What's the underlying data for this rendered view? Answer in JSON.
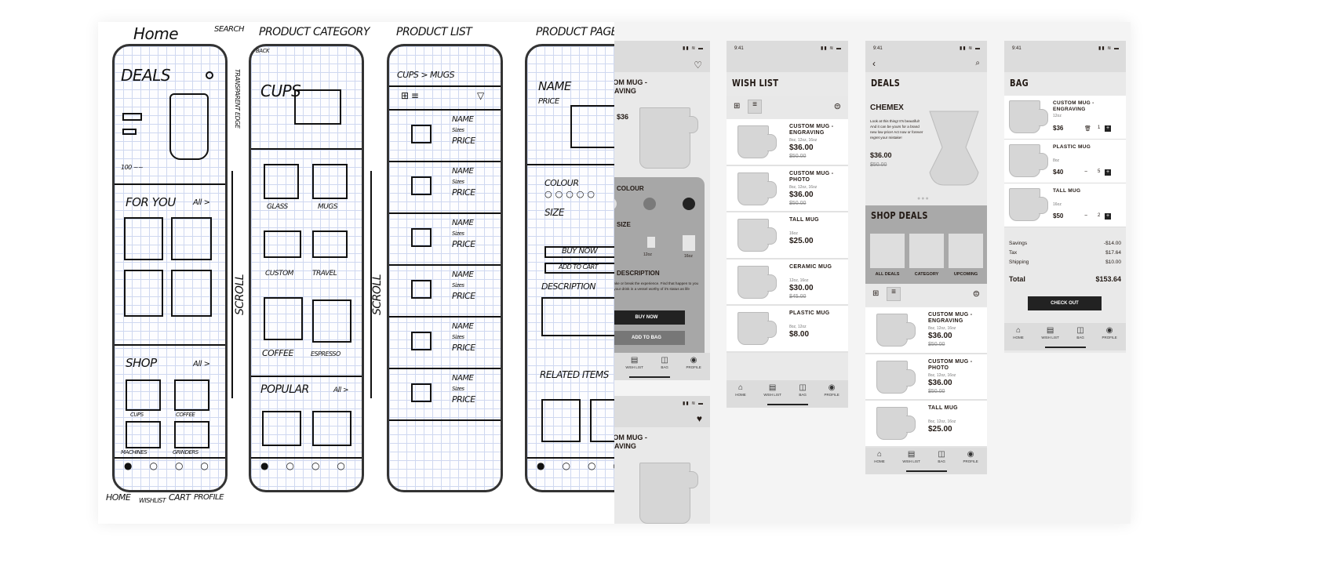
{
  "sketches": {
    "home": {
      "title": "Home",
      "search": "SEARCH",
      "edge": "TRANSPARENT EDGE",
      "deals": "DEALS",
      "price_note": "100 ~~",
      "for_you": "FOR YOU",
      "all1": "All >",
      "shop": "SHOP",
      "all2": "All >",
      "tiles": [
        "CUPS",
        "COFFEE",
        "MACHINES",
        "GRINDERS"
      ],
      "scroll": "SCROLL"
    },
    "category": {
      "title": "PRODUCT CATEGORY",
      "back": "BACK",
      "cups": "CUPS",
      "tiles": [
        "GLASS",
        "MUGS",
        "CUSTOM",
        "TRAVEL",
        "COFFEE",
        "ESPRESSO"
      ],
      "popular": "POPULAR",
      "all": "All >",
      "scroll": "SCROLL"
    },
    "list": {
      "title": "PRODUCT LIST",
      "crumb": "CUPS > MUGS",
      "rows": [
        {
          "name": "NAME",
          "sizes": "Sizes",
          "price": "PRICE"
        },
        {
          "name": "NAME",
          "sizes": "Sizes",
          "price": "PRICE"
        },
        {
          "name": "NAME",
          "sizes": "Sizes",
          "price": "PRICE"
        },
        {
          "name": "NAME",
          "sizes": "Sizes",
          "price": "PRICE"
        },
        {
          "name": "NAME",
          "sizes": "Sizes",
          "price": "PRICE"
        },
        {
          "name": "NAME",
          "sizes": "Sizes",
          "price": "PRICE"
        }
      ]
    },
    "product": {
      "title": "PRODUCT PAGE",
      "name": "NAME",
      "price": "PRICE",
      "colour": "COLOUR",
      "size": "SIZE",
      "buy": "BUY NOW",
      "add": "ADD TO CART",
      "desc": "DESCRIPTION",
      "related": "RELATED ITEMS"
    },
    "annotations": [
      "HOME",
      "WISHLIST",
      "CART",
      "PROFILE"
    ]
  },
  "nav": [
    {
      "label": "HOME",
      "icon": "home-icon",
      "glyph": "⌂"
    },
    {
      "label": "WISH LIST",
      "icon": "wishlist-icon",
      "glyph": "▤"
    },
    {
      "label": "BAG",
      "icon": "bag-icon",
      "glyph": "◫"
    },
    {
      "label": "PROFILE",
      "icon": "profile-icon",
      "glyph": "◉"
    }
  ],
  "status": {
    "time": "9:41",
    "signal": "▮▮ ≋ ▬"
  },
  "product_detail": {
    "title": "CUSTOM MUG - ENGRAVING",
    "price": "$36",
    "colour_label": "COLOUR",
    "swatches": [
      "#e0e0e0",
      "#7a7a7a",
      "#222222"
    ],
    "size_label": "SIZE",
    "sizes": [
      "12oz",
      "16oz"
    ],
    "description_label": "DESCRIPTION",
    "description": "A cup can make or break the experience. Find that happen to you and craddle your drink in a vessel worthy of it's status as life",
    "buy_now": "BUY NOW",
    "add_to_bag": "ADD TO BAG"
  },
  "product_detail_2": {
    "title": "CUSTOM MUG - ENGRAVING"
  },
  "wishlist": {
    "title": "WISH LIST",
    "items": [
      {
        "name": "CUSTOM MUG - ENGRAVING",
        "sizes": "8oz, 12oz, 16oz",
        "price": "$36.00",
        "old": "$50.00"
      },
      {
        "name": "CUSTOM MUG - PHOTO",
        "sizes": "8oz, 12oz, 16oz",
        "price": "$36.00",
        "old": "$50.00"
      },
      {
        "name": "TALL MUG",
        "sizes": "16oz",
        "price": "$25.00",
        "old": ""
      },
      {
        "name": "CERAMIC MUG",
        "sizes": "12oz, 16oz",
        "price": "$30.00",
        "old": "$45.00"
      },
      {
        "name": "PLASTIC MUG",
        "sizes": "8oz, 12oz",
        "price": "$8.00",
        "old": ""
      }
    ]
  },
  "deals": {
    "title": "DEALS",
    "hero": {
      "name": "CHEMEX",
      "text": "Look at this thing! It's beautiful! And it can be yours for a brand new low price! Act now or forever regret your mistake!",
      "price": "$36.00",
      "old": "$50.00"
    },
    "shop_title": "SHOP DEALS",
    "tiles": [
      "ALL DEALS",
      "CATEGORY",
      "UPCOMING"
    ],
    "items": [
      {
        "name": "CUSTOM MUG - ENGRAVING",
        "sizes": "8oz, 12oz, 16oz",
        "price": "$36.00",
        "old": "$50.00"
      },
      {
        "name": "CUSTOM MUG - PHOTO",
        "sizes": "8oz, 12oz, 16oz",
        "price": "$36.00",
        "old": "$50.00"
      },
      {
        "name": "TALL MUG",
        "sizes": "8oz, 12oz, 16oz",
        "price": "$25.00",
        "old": ""
      }
    ]
  },
  "bag": {
    "title": "BAG",
    "items": [
      {
        "name": "CUSTOM MUG - ENGRAVING",
        "sizes": "12oz",
        "price": "$36",
        "qty": "1"
      },
      {
        "name": "PLASTIC MUG",
        "sizes": "8oz",
        "price": "$40",
        "qty": "5"
      },
      {
        "name": "TALL MUG",
        "sizes": "16oz",
        "price": "$50",
        "qty": "2"
      }
    ],
    "summary": [
      {
        "label": "Savings",
        "value": "-$14.00"
      },
      {
        "label": "Tax",
        "value": "$17.64"
      },
      {
        "label": "Shipping",
        "value": "$10.00"
      }
    ],
    "total_label": "Total",
    "total": "$153.64",
    "checkout": "CHECK OUT"
  }
}
